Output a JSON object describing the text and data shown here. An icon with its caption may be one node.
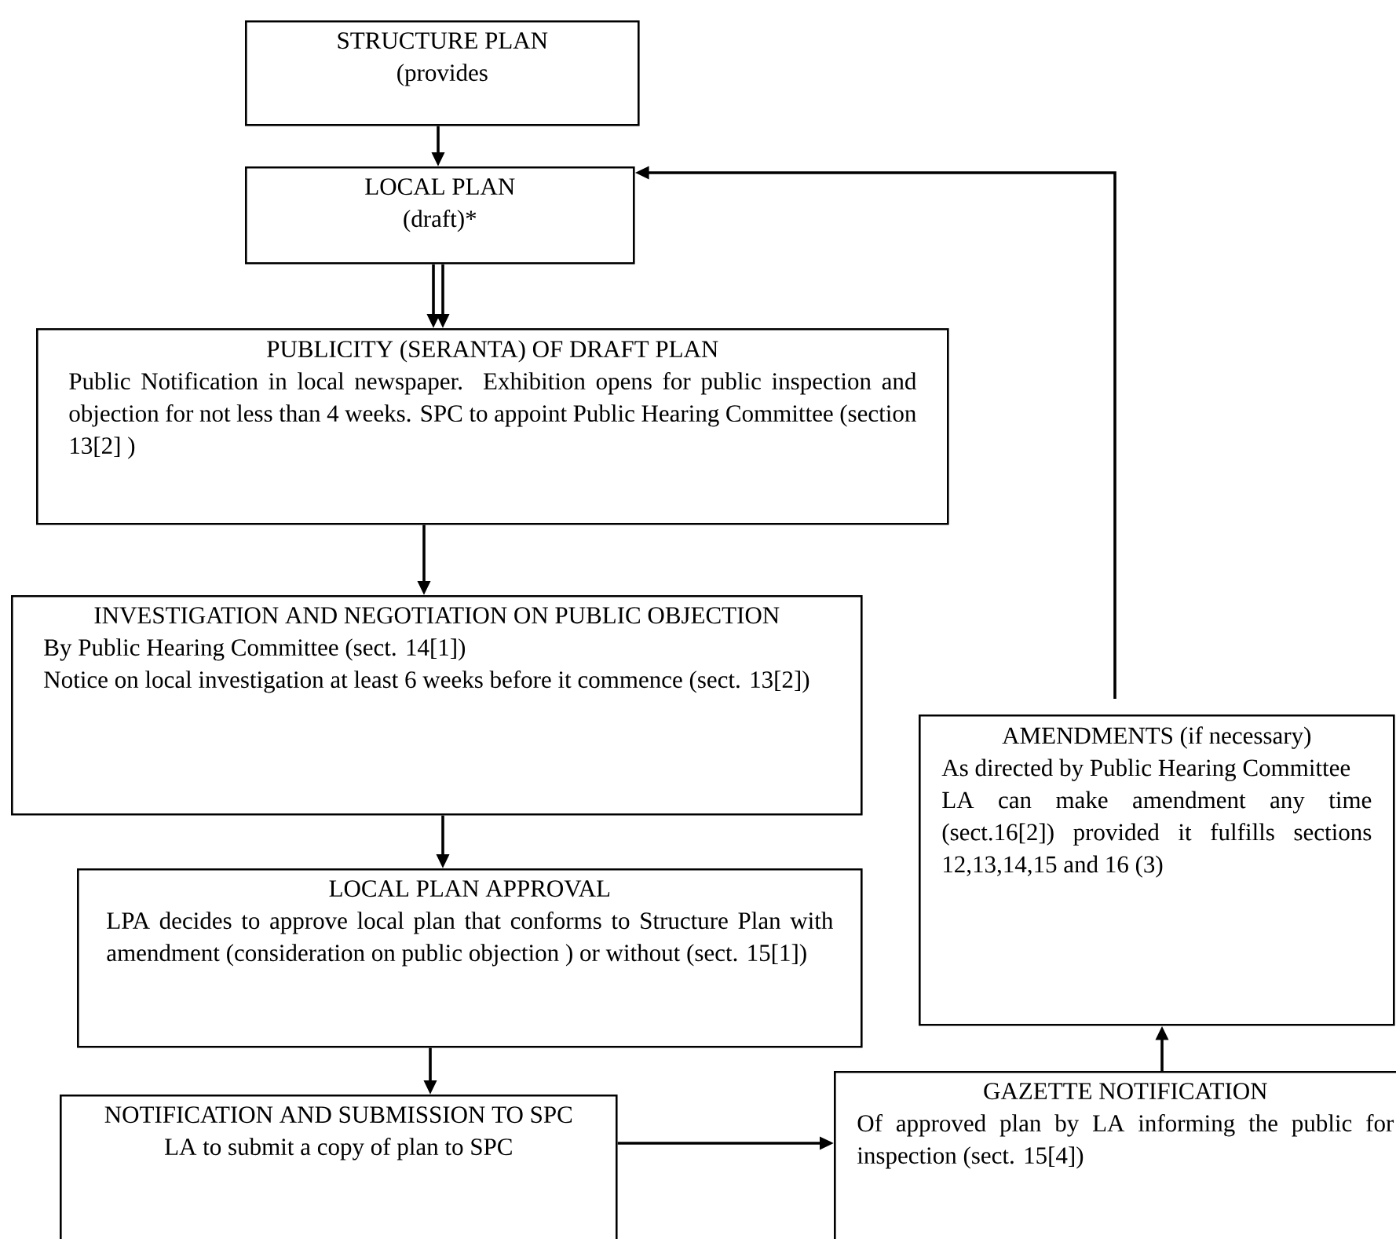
{
  "diagram": {
    "nodes": [
      {
        "text": [
          "STRUCTURE PLAN",
          "(provides"
        ]
      },
      {
        "text": [
          "LOCAL PLAN",
          "(draft)*"
        ]
      },
      {
        "text": [
          "PUBLICITY (SERANTA) OF DRAFT PLAN",
          "Public Notification in local newspaper. Exhibition opens for public inspection and objection for not less than 4 weeks. SPC to appoint Public Hearing Committee (section 13[2] )"
        ]
      },
      {
        "text": [
          "INVESTIGATION AND NEGOTIATION ON PUBLIC OBJECTION",
          "By Public Hearing Committee (sect. 14[1])",
          "Notice on local investigation at least 6 weeks before it commence (sect. 13[2])"
        ]
      },
      {
        "text": [
          "LOCAL PLAN APPROVAL",
          "LPA decides to approve local plan that conforms to Structure Plan with amendment (consideration on public objection ) or without (sect. 15[1])"
        ]
      },
      {
        "text": [
          "NOTIFICATION AND SUBMISSION TO SPC",
          "LA to submit a copy of plan to SPC"
        ]
      },
      {
        "text": [
          "GAZETTE NOTIFICATION",
          "Of approved plan by LA informing the public for inspection (sect. 15[4])"
        ]
      },
      {
        "text": [
          "AMENDMENTS (if necessary)",
          "As directed by Public Hearing Committee",
          "LA can make amendment any time (sect.16[2]) provided it fulfills sections 12,13,14,15 and 16 (3)"
        ]
      }
    ],
    "edges": [
      {
        "from": 0,
        "to": 1,
        "arrow": "to"
      },
      {
        "from": 1,
        "to": 2,
        "arrow": "to"
      },
      {
        "from": 1,
        "to": 2,
        "arrow": "to"
      },
      {
        "from": 2,
        "to": 3,
        "arrow": "to"
      },
      {
        "from": 3,
        "to": 4,
        "arrow": "to"
      },
      {
        "from": 4,
        "to": 5,
        "arrow": "to"
      },
      {
        "from": 5,
        "to": 6,
        "arrow": "to"
      },
      {
        "from": 6,
        "to": 7,
        "arrow": "to"
      },
      {
        "from": 7,
        "to": 1,
        "arrow": "to"
      }
    ]
  }
}
